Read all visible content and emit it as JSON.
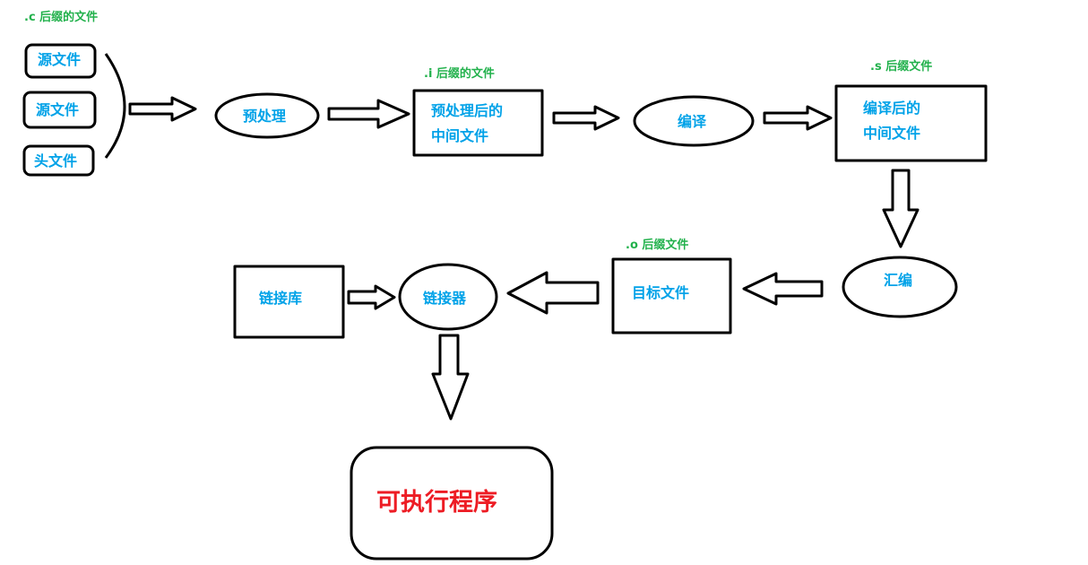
{
  "diagram": {
    "suffix_c": ".c 后缀的文件",
    "suffix_i": ".i 后缀的文件",
    "suffix_s": ".s 后缀文件",
    "suffix_o": ".o 后缀文件",
    "source_file_1": "源文件",
    "source_file_2": "源文件",
    "header_file": "头文件",
    "preprocess": "预处理",
    "preprocessed_line1": "预处理后的",
    "preprocessed_line2": "中间文件",
    "compile": "编译",
    "compiled_line1": "编译后的",
    "compiled_line2": "中间文件",
    "assemble": "汇编",
    "object_file": "目标文件",
    "linker": "链接器",
    "link_library": "链接库",
    "executable": "可执行程序"
  },
  "colors": {
    "suffix_label": "#22b14c",
    "node_text": "#00a2e8",
    "output_text": "#ed1c24",
    "stroke": "#000000"
  }
}
